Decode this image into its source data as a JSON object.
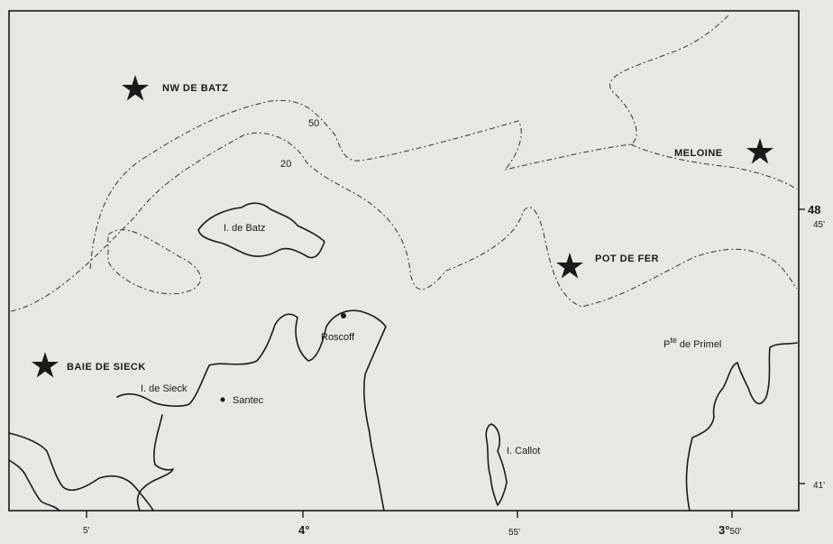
{
  "sites": [
    {
      "id": "nw-de-batz",
      "label": "NW DE BATZ"
    },
    {
      "id": "meloine",
      "label": "MELOINE"
    },
    {
      "id": "pot-de-fer",
      "label": "POT DE FER"
    },
    {
      "id": "baie-de-sieck",
      "label": "BAIE DE SIECK"
    }
  ],
  "places": {
    "batz_island": "I. de Batz",
    "roscoff": "Roscoff",
    "sieck_island": "I. de Sieck",
    "santec": "Santec",
    "callot": "I. Callot",
    "primel_prefix": "P",
    "primel_sup": "te",
    "primel_suffix": " de Primel"
  },
  "contours": {
    "label_50": "50",
    "label_20": "20"
  },
  "axis": {
    "bottom": {
      "t1": "5'",
      "t2": "4°",
      "t3": "55'",
      "t4_main": "3°",
      "t4_sub": "50'"
    },
    "right": {
      "r1_main": "48",
      "r1_sub": "45'",
      "r2": "41'"
    }
  },
  "colors": {
    "ink": "#1a1a1a",
    "paper": "#e9e7e2"
  }
}
